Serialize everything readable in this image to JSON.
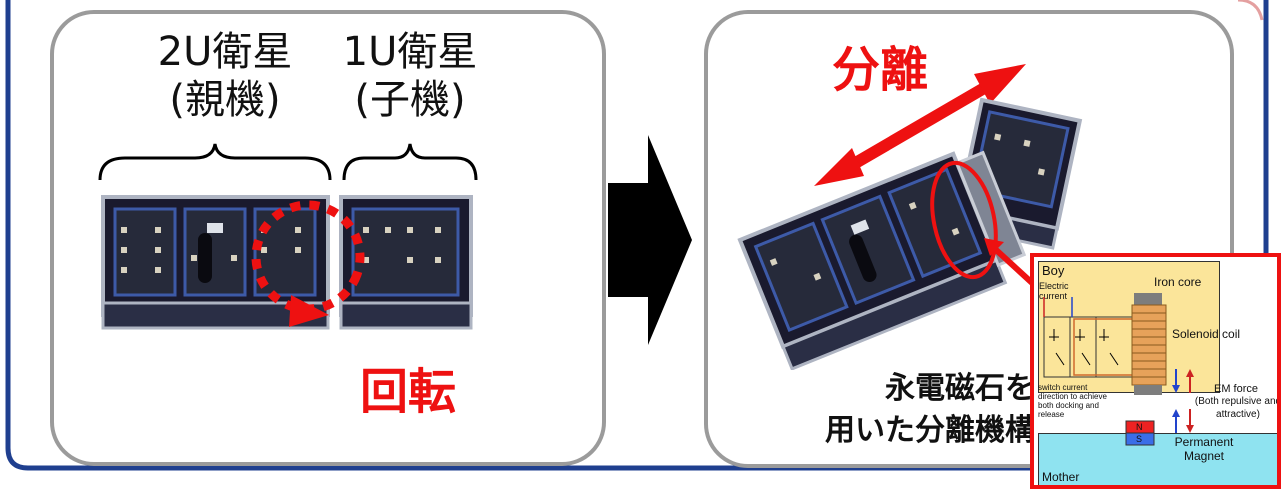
{
  "left_panel": {
    "label_2u_line1": "2U衛星",
    "label_2u_line2": "(親機)",
    "label_1u_line1": "1U衛星",
    "label_1u_line2": "(子機)",
    "rotation_label": "回転"
  },
  "right_panel": {
    "separation_label": "分離",
    "caption_line1": "永電磁石を",
    "caption_line2": "用いた分離機構"
  },
  "inset": {
    "boy": "Boy",
    "iron_core": "Iron core",
    "electric_current": "Electric current",
    "solenoid_coil": "Solenoid coil",
    "switch_text": "switch current direction to achieve both docking and release",
    "em_force": "EM force",
    "em_force_note": "(Both repulsive and attractive)",
    "north": "N",
    "south": "S",
    "permanent_magnet": "Permanent Magnet",
    "mother": "Mother"
  },
  "colors": {
    "frame_blue": "#1f3f8f",
    "panel_gray": "#9b9b9b",
    "accent_red": "#ee1111",
    "boy_yellow": "#fbe59a",
    "mother_cyan": "#8fe3f0"
  }
}
